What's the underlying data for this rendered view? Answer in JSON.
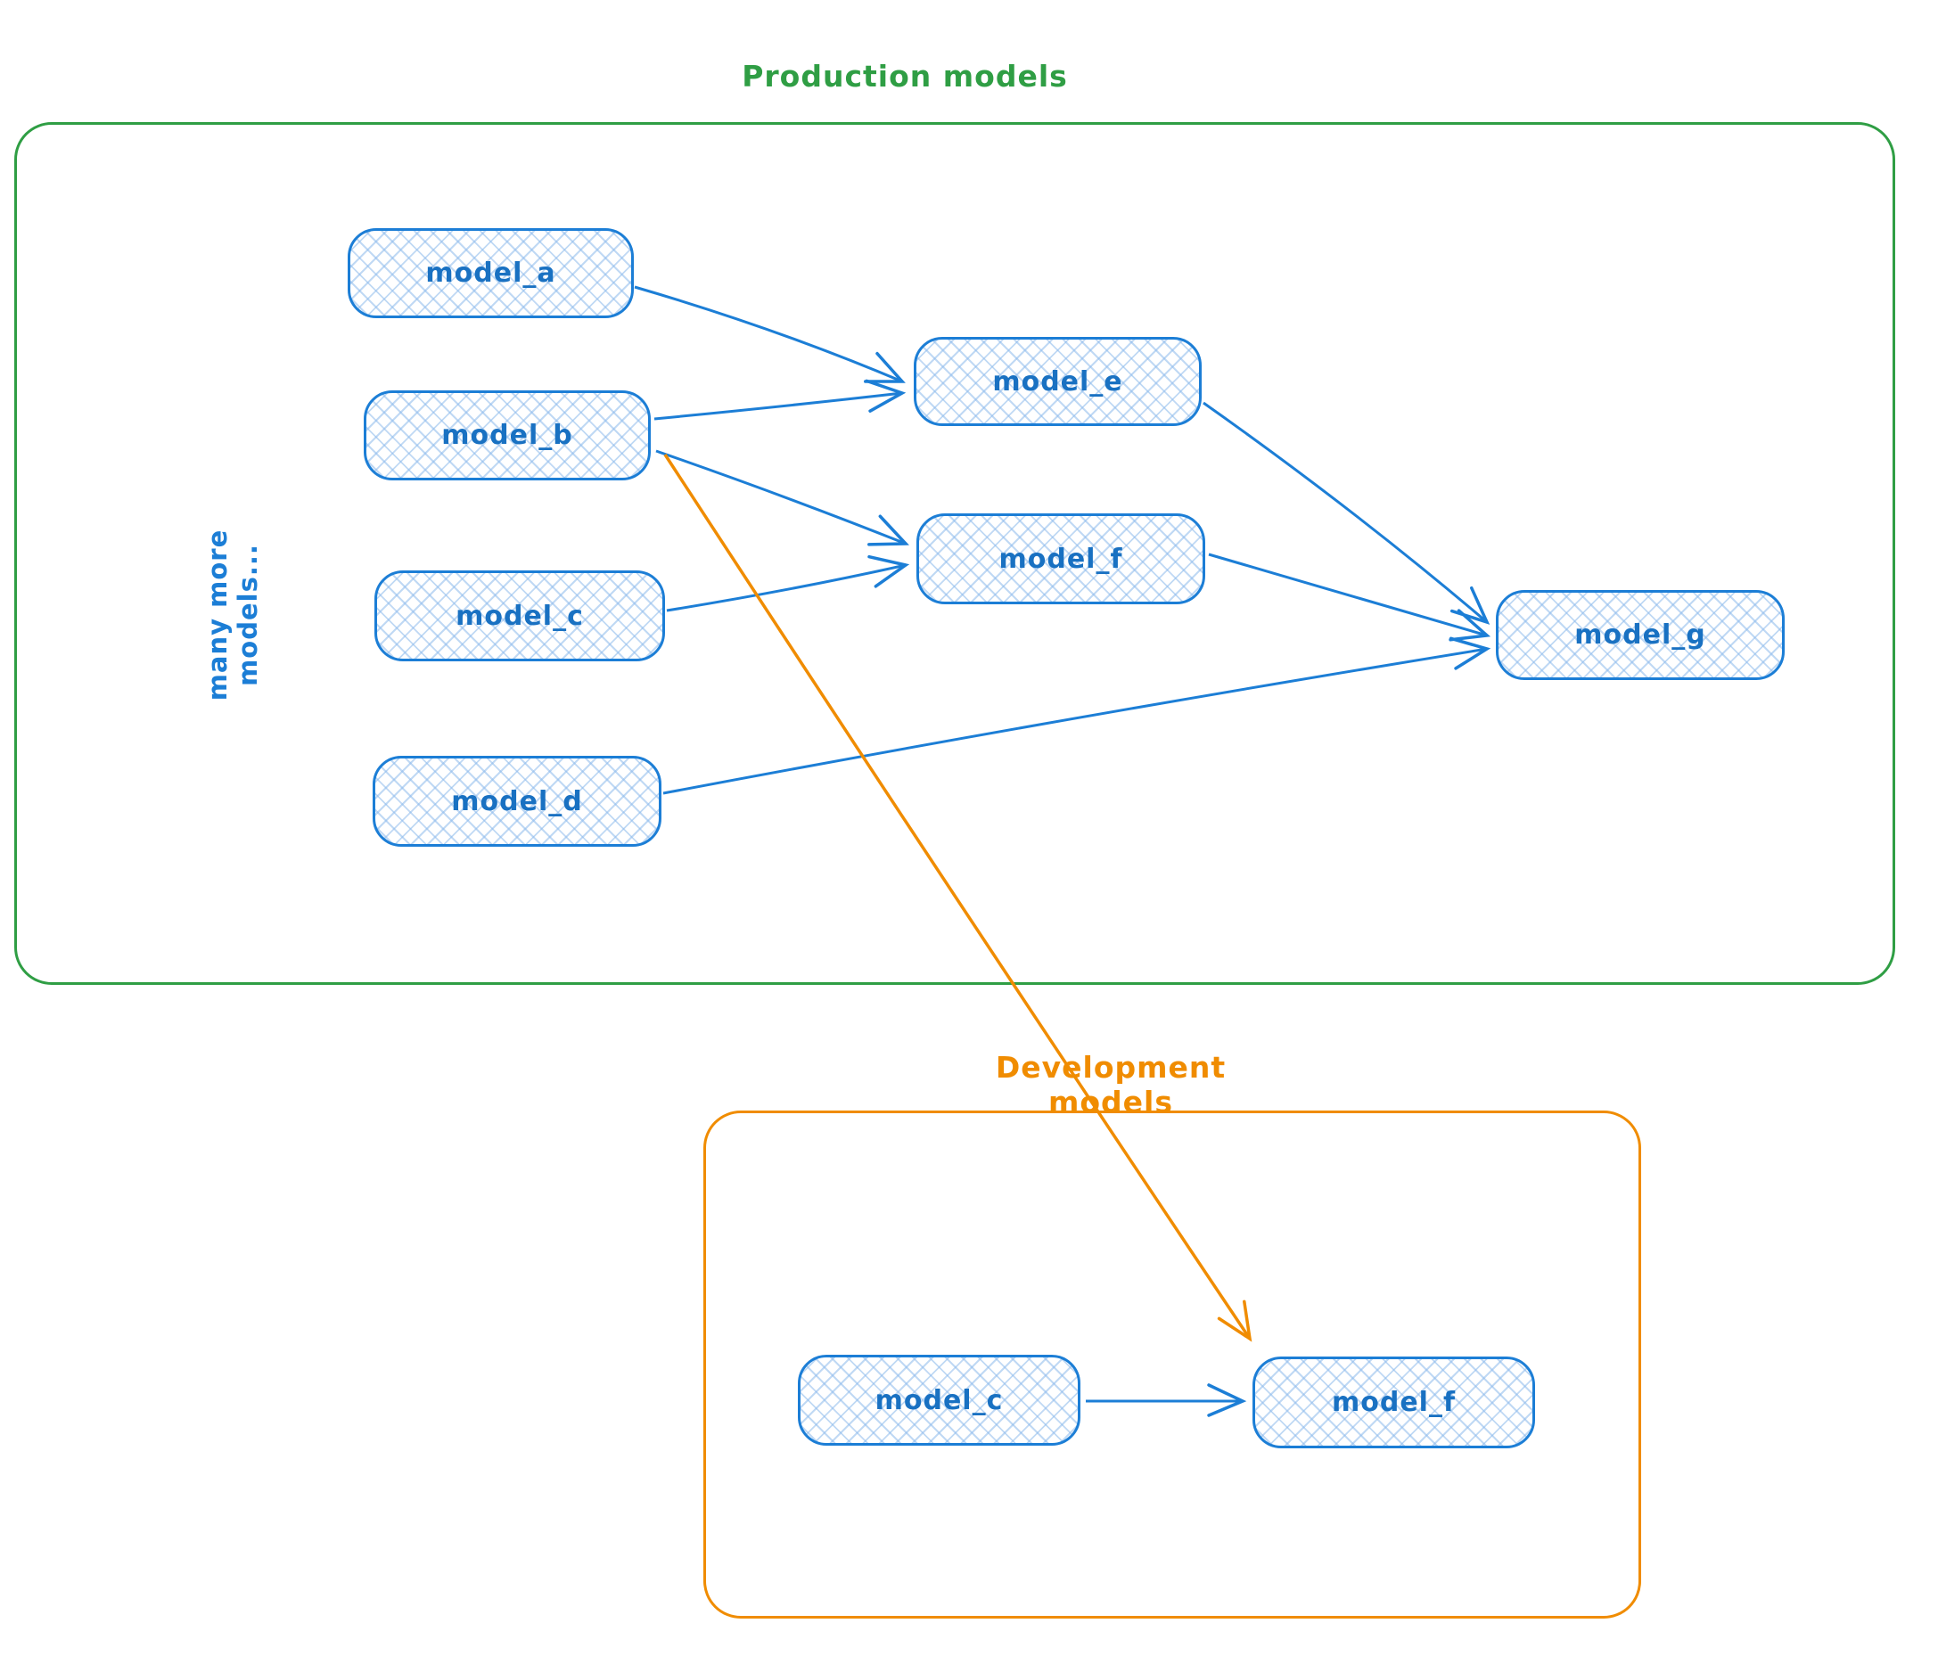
{
  "production": {
    "title": "Production models",
    "side_label": "many more models...",
    "nodes": [
      {
        "id": "model_a",
        "label": "model_a"
      },
      {
        "id": "model_b",
        "label": "model_b"
      },
      {
        "id": "model_c",
        "label": "model_c"
      },
      {
        "id": "model_d",
        "label": "model_d"
      },
      {
        "id": "model_e",
        "label": "model_e"
      },
      {
        "id": "model_f",
        "label": "model_f"
      },
      {
        "id": "model_g",
        "label": "model_g"
      }
    ],
    "edges": [
      {
        "from": "model_a",
        "to": "model_e"
      },
      {
        "from": "model_b",
        "to": "model_e"
      },
      {
        "from": "model_b",
        "to": "model_f"
      },
      {
        "from": "model_c",
        "to": "model_f"
      },
      {
        "from": "model_e",
        "to": "model_g"
      },
      {
        "from": "model_f",
        "to": "model_g"
      },
      {
        "from": "model_d",
        "to": "model_g"
      }
    ]
  },
  "development": {
    "title": "Development models",
    "nodes": [
      {
        "id": "dev_model_c",
        "label": "model_c"
      },
      {
        "id": "dev_model_f",
        "label": "model_f"
      }
    ],
    "edges": [
      {
        "from": "dev_model_c",
        "to": "dev_model_f"
      }
    ]
  },
  "cross_edge": {
    "from": "model_b",
    "to": "dev_model_f"
  },
  "colors": {
    "production_border": "#2f9e44",
    "production_title": "#2f9e44",
    "development_border": "#f08c00",
    "development_title": "#f08c00",
    "node_border": "#1c7ed6",
    "node_fill_hatch": "#a5d8ff",
    "node_text": "#1971c2",
    "blue_edge": "#1c7ed6",
    "orange_edge": "#f08c00"
  }
}
